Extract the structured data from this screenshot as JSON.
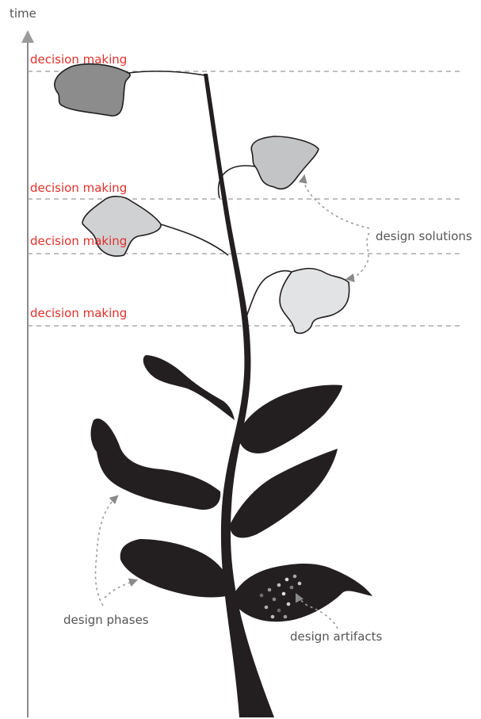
{
  "axis": {
    "label": "time"
  },
  "decision_lines": [
    {
      "label": "decision making"
    },
    {
      "label": "decision making"
    },
    {
      "label": "decision making"
    },
    {
      "label": "decision making"
    }
  ],
  "annotations": {
    "design_solutions": "design solutions",
    "design_phases": "design phases",
    "design_artifacts": "design artifacts"
  },
  "colors": {
    "decision_label": "#e0312b",
    "guide_line": "#9b9b9b",
    "plant": "#231f20",
    "flower_shades": [
      "#8c8c8d",
      "#c3c4c5",
      "#d0d1d2",
      "#e2e3e4"
    ]
  }
}
